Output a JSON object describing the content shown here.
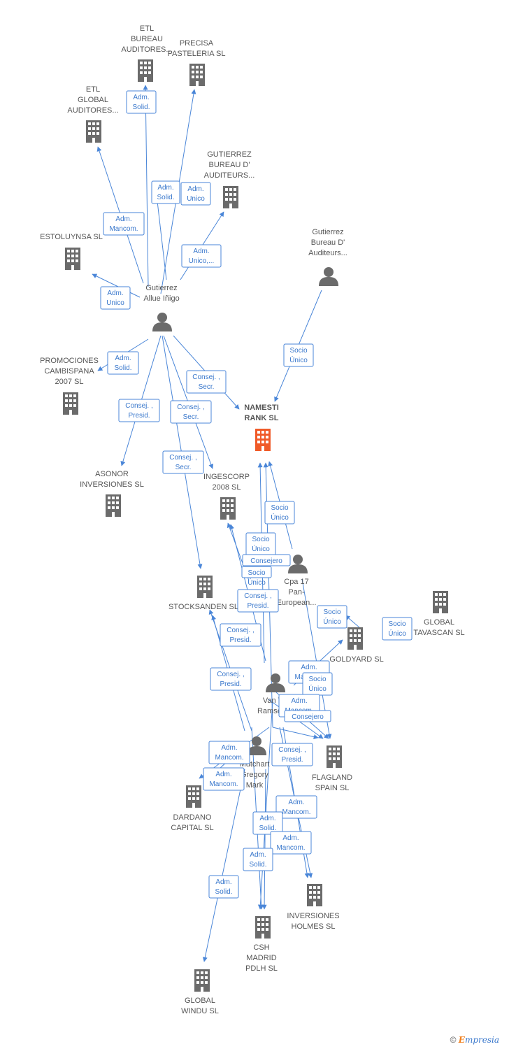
{
  "colors": {
    "edge": "#4a86d8",
    "building": "#6b6b6b",
    "building_main": "#f05a28",
    "person": "#6b6b6b",
    "label": "#555555"
  },
  "nodes": [
    {
      "id": "etl_bureau",
      "kind": "company",
      "lines": [
        "ETL",
        "BUREAU",
        "AUDITORES..."
      ]
    },
    {
      "id": "precisa",
      "kind": "company",
      "lines": [
        "PRECISA",
        "PASTELERIA SL"
      ]
    },
    {
      "id": "etl_global",
      "kind": "company",
      "lines": [
        "ETL",
        "GLOBAL",
        "AUDITORES..."
      ]
    },
    {
      "id": "gutierrez_bureau",
      "kind": "company",
      "lines": [
        "GUTIERREZ",
        "BUREAU D'",
        "AUDITEURS..."
      ]
    },
    {
      "id": "estoluynsa",
      "kind": "company",
      "lines": [
        "ESTOLUYNSA SL"
      ]
    },
    {
      "id": "gutierrez_person",
      "kind": "person",
      "lines": [
        "Gutierrez",
        "Bureau D'",
        "Auditeurs..."
      ]
    },
    {
      "id": "gutierrez_allue",
      "kind": "person",
      "lines": [
        "Gutierrez",
        "Allue Iñigo"
      ]
    },
    {
      "id": "promociones",
      "kind": "company",
      "lines": [
        "PROMOCIONES",
        "CAMBISPANA",
        "2007 SL"
      ]
    },
    {
      "id": "namesti",
      "kind": "company_main",
      "lines": [
        "NAMESTI",
        "RANK  SL"
      ]
    },
    {
      "id": "asonor",
      "kind": "company",
      "lines": [
        "ASONOR",
        "INVERSIONES SL"
      ]
    },
    {
      "id": "ingescorp",
      "kind": "company",
      "lines": [
        "INGESCORP",
        "2008 SL"
      ]
    },
    {
      "id": "cpa17",
      "kind": "person",
      "lines": [
        "Cpa 17",
        "Pan-",
        "European..."
      ]
    },
    {
      "id": "stocksanden",
      "kind": "company",
      "lines": [
        "STOCKSANDEN SL"
      ]
    },
    {
      "id": "global_tavascan",
      "kind": "company",
      "lines": [
        "GLOBAL",
        "TAVASCAN  SL"
      ]
    },
    {
      "id": "goldyard",
      "kind": "company",
      "lines": [
        "GOLDYARD SL"
      ]
    },
    {
      "id": "van_t",
      "kind": "person",
      "lines": [
        "Van T",
        "Ramse..."
      ]
    },
    {
      "id": "flagland",
      "kind": "company",
      "lines": [
        "FLAGLAND",
        "SPAIN SL"
      ]
    },
    {
      "id": "mutchart",
      "kind": "person",
      "lines": [
        "Mutchart",
        "Gregory",
        "Mark"
      ]
    },
    {
      "id": "dardano",
      "kind": "company",
      "lines": [
        "DARDANO",
        "CAPITAL  SL"
      ]
    },
    {
      "id": "inversiones_holmes",
      "kind": "company",
      "lines": [
        "INVERSIONES",
        "HOLMES  SL"
      ]
    },
    {
      "id": "csh_madrid",
      "kind": "company",
      "lines": [
        "CSH",
        "MADRID",
        "PDLH  SL"
      ]
    },
    {
      "id": "global_windu",
      "kind": "company",
      "lines": [
        "GLOBAL",
        "WINDU  SL"
      ]
    }
  ],
  "edge_labels": [
    [
      "Adm.",
      "Solid."
    ],
    [
      "Adm.",
      "Solid."
    ],
    [
      "Adm.",
      "Unico"
    ],
    [
      "Adm.",
      "Mancom."
    ],
    [
      "Adm.",
      "Unico,..."
    ],
    [
      "Adm.",
      "Unico"
    ],
    [
      "Socio",
      "Único"
    ],
    [
      "Adm.",
      "Solid."
    ],
    [
      "Consej. ,",
      "Secr."
    ],
    [
      "Consej. ,",
      "Presid."
    ],
    [
      "Consej. ,",
      "Secr."
    ],
    [
      "Consej. ,",
      "Secr."
    ],
    [
      "Socio",
      "Único"
    ],
    [
      "Socio",
      "Único"
    ],
    [
      "Consejero"
    ],
    [
      "Socio",
      "Único"
    ],
    [
      "Consej. ,",
      "Presid."
    ],
    [
      "Consej. ,",
      "Presid."
    ],
    [
      "Consej. ,",
      "Presid."
    ],
    [
      "Socio",
      "Único"
    ],
    [
      "Socio",
      "Único"
    ],
    [
      "Adm.",
      "Mancom."
    ],
    [
      "Socio",
      "Único"
    ],
    [
      "Adm.",
      "Mancom."
    ],
    [
      "Consejero"
    ],
    [
      "Adm.",
      "Mancom."
    ],
    [
      "Consej. ,",
      "Presid."
    ],
    [
      "Adm.",
      "Mancom."
    ],
    [
      "Adm.",
      "Mancom."
    ],
    [
      "Adm.",
      "Solid."
    ],
    [
      "Adm.",
      "Mancom."
    ],
    [
      "Adm.",
      "Solid."
    ],
    [
      "Adm.",
      "Solid."
    ]
  ],
  "footer": {
    "copyright": "©",
    "brand_first": "E",
    "brand_rest": "mpresia"
  }
}
